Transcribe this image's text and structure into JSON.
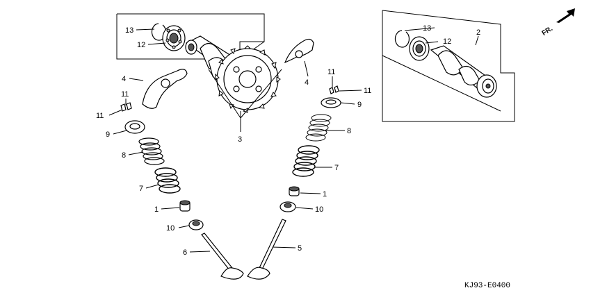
{
  "direction_label": "FR.",
  "diagram_code": "KJ93-E0400",
  "callouts": {
    "inset_left_13": "13",
    "inset_left_12": "12",
    "inset_right_13": "13",
    "inset_right_12": "12",
    "inset_right_2": "2",
    "camshaft_3": "3",
    "rocker_left_4": "4",
    "rocker_right_4": "4",
    "cotter_left_11a": "11",
    "cotter_left_11b": "11",
    "cotter_right_11a": "11",
    "cotter_right_11b": "11",
    "retainer_left_9": "9",
    "retainer_right_9": "9",
    "spring_outer_left_8": "8",
    "spring_outer_right_8": "8",
    "spring_inner_left_7": "7",
    "spring_inner_right_7": "7",
    "seal_left_1": "1",
    "seal_right_1": "1",
    "seat_left_10": "10",
    "seat_right_10": "10",
    "valve_left_6": "6",
    "valve_right_5": "5"
  }
}
